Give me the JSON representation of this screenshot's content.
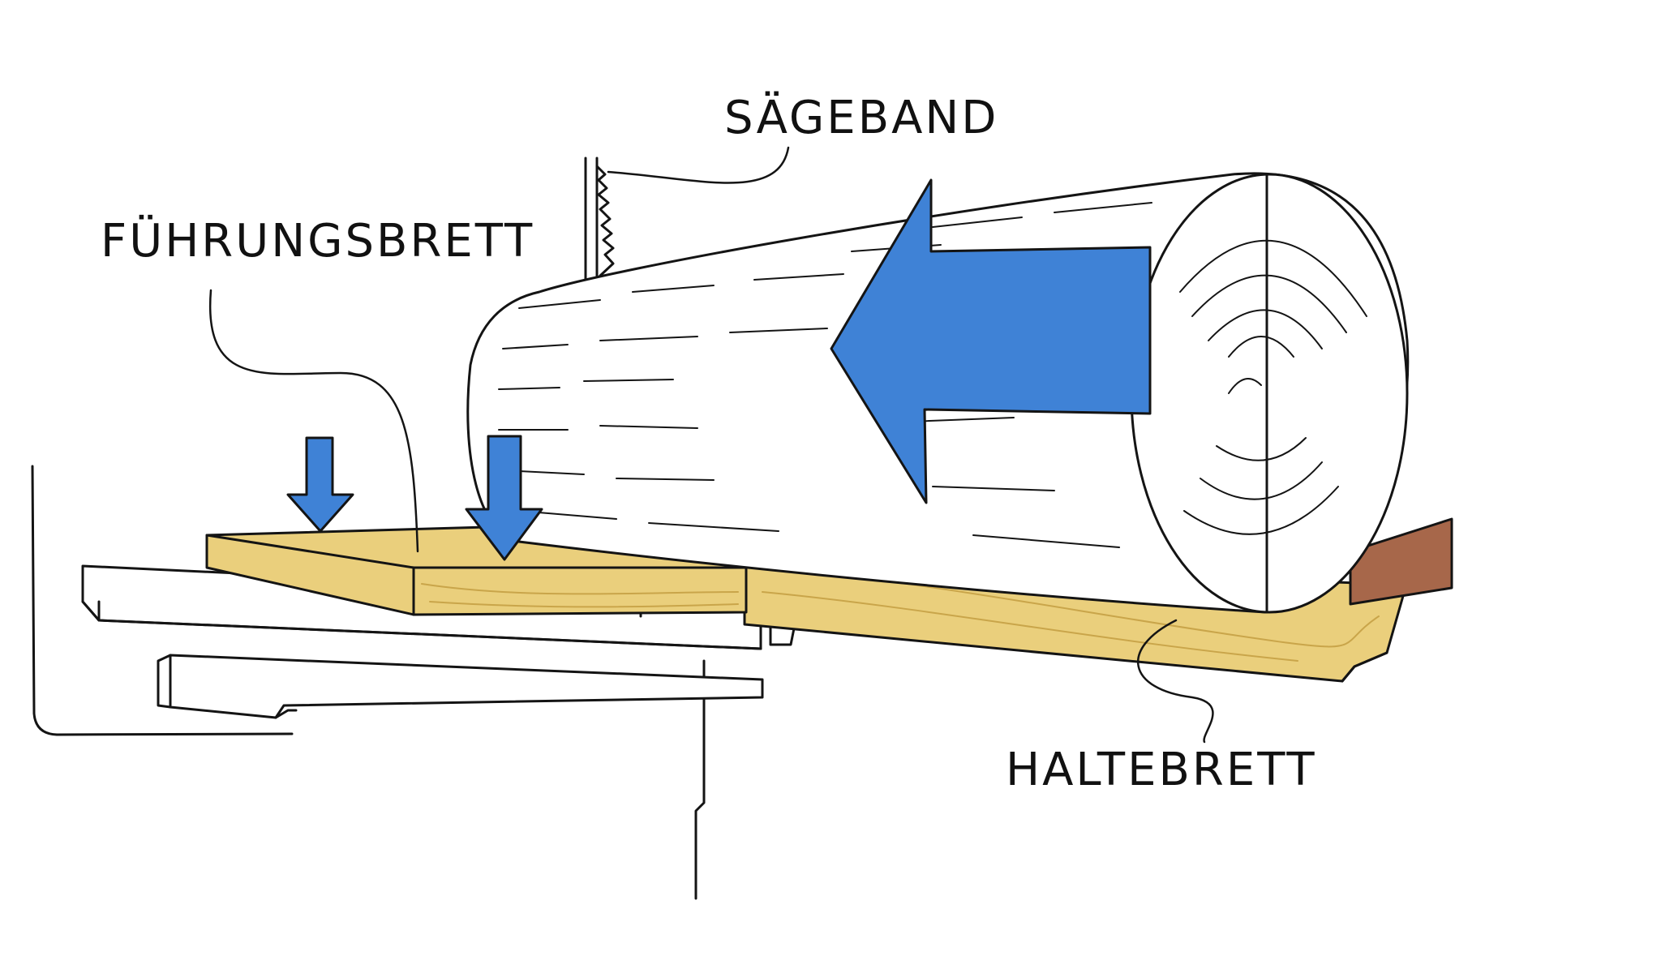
{
  "labels": {
    "saw_band": "SÄGEBAND",
    "guide_board": "FÜHRUNGSBRETT",
    "holding_board": "HALTEBRETT"
  },
  "colors": {
    "arrow_blue": "#3f82d6",
    "wood_yellow": "#eacf7c",
    "wood_dark": "#c9a54a",
    "wedge_brown": "#a7674a",
    "log_white": "#ffffff",
    "line": "#141414"
  }
}
